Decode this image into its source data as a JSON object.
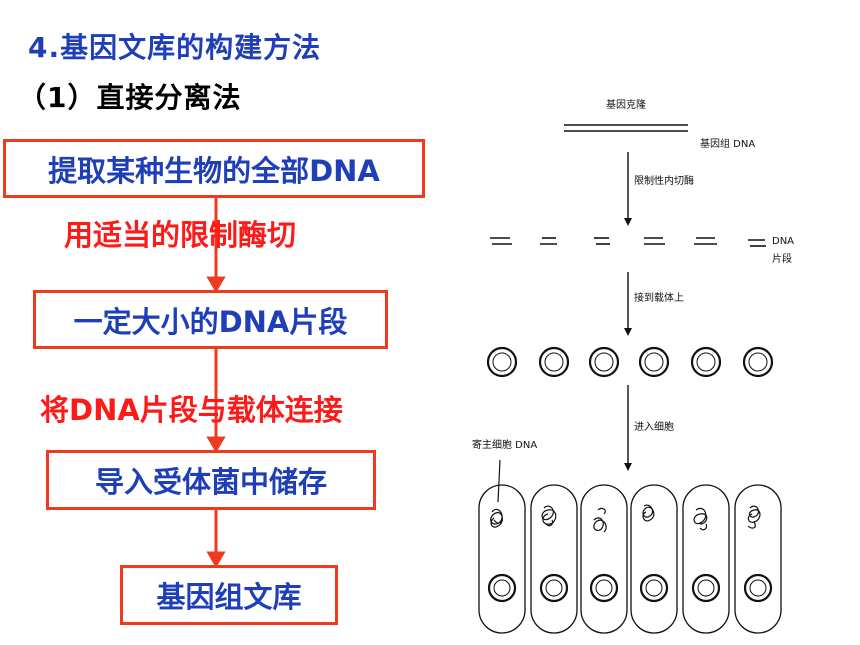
{
  "title": "4.基因文库的构建方法",
  "subtitle": "（1）直接分离法",
  "flow": {
    "step1": "提取某种生物的全部DNA",
    "label1": "用适当的限制酶切",
    "step2": "一定大小的DNA片段",
    "label2": "将DNA片段与载体连接",
    "step3": "导入受体菌中储存",
    "step4": "基因组文库"
  },
  "diagram": {
    "top_label": "基因克隆",
    "genomic_dna": "基因组 DNA",
    "cut_label": "限制性内切酶",
    "fragment_label_1": "DNA",
    "fragment_label_2": "片段",
    "ligate_label": "接到载体上",
    "enter_label": "进入细胞",
    "host_dna": "寄主细胞 DNA"
  },
  "colors": {
    "title": "#1f3fb8",
    "box_border": "#ee3b20",
    "arrow": "#ee3b20",
    "red_label": "#ff1a1a"
  }
}
